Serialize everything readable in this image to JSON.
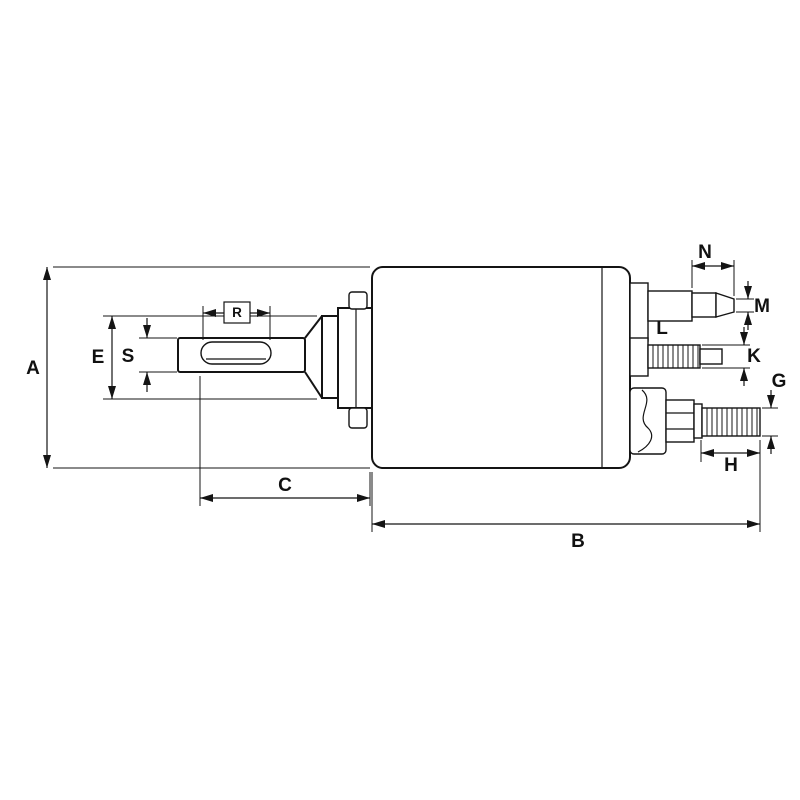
{
  "page": {
    "background": "#ffffff"
  },
  "diagram": {
    "line_color": "#141414",
    "labels": {
      "A": "A",
      "B": "B",
      "C": "C",
      "E": "E",
      "S": "S",
      "R": "R",
      "N": "N",
      "M": "M",
      "L": "L",
      "K": "K",
      "G": "G",
      "H": "H"
    }
  }
}
